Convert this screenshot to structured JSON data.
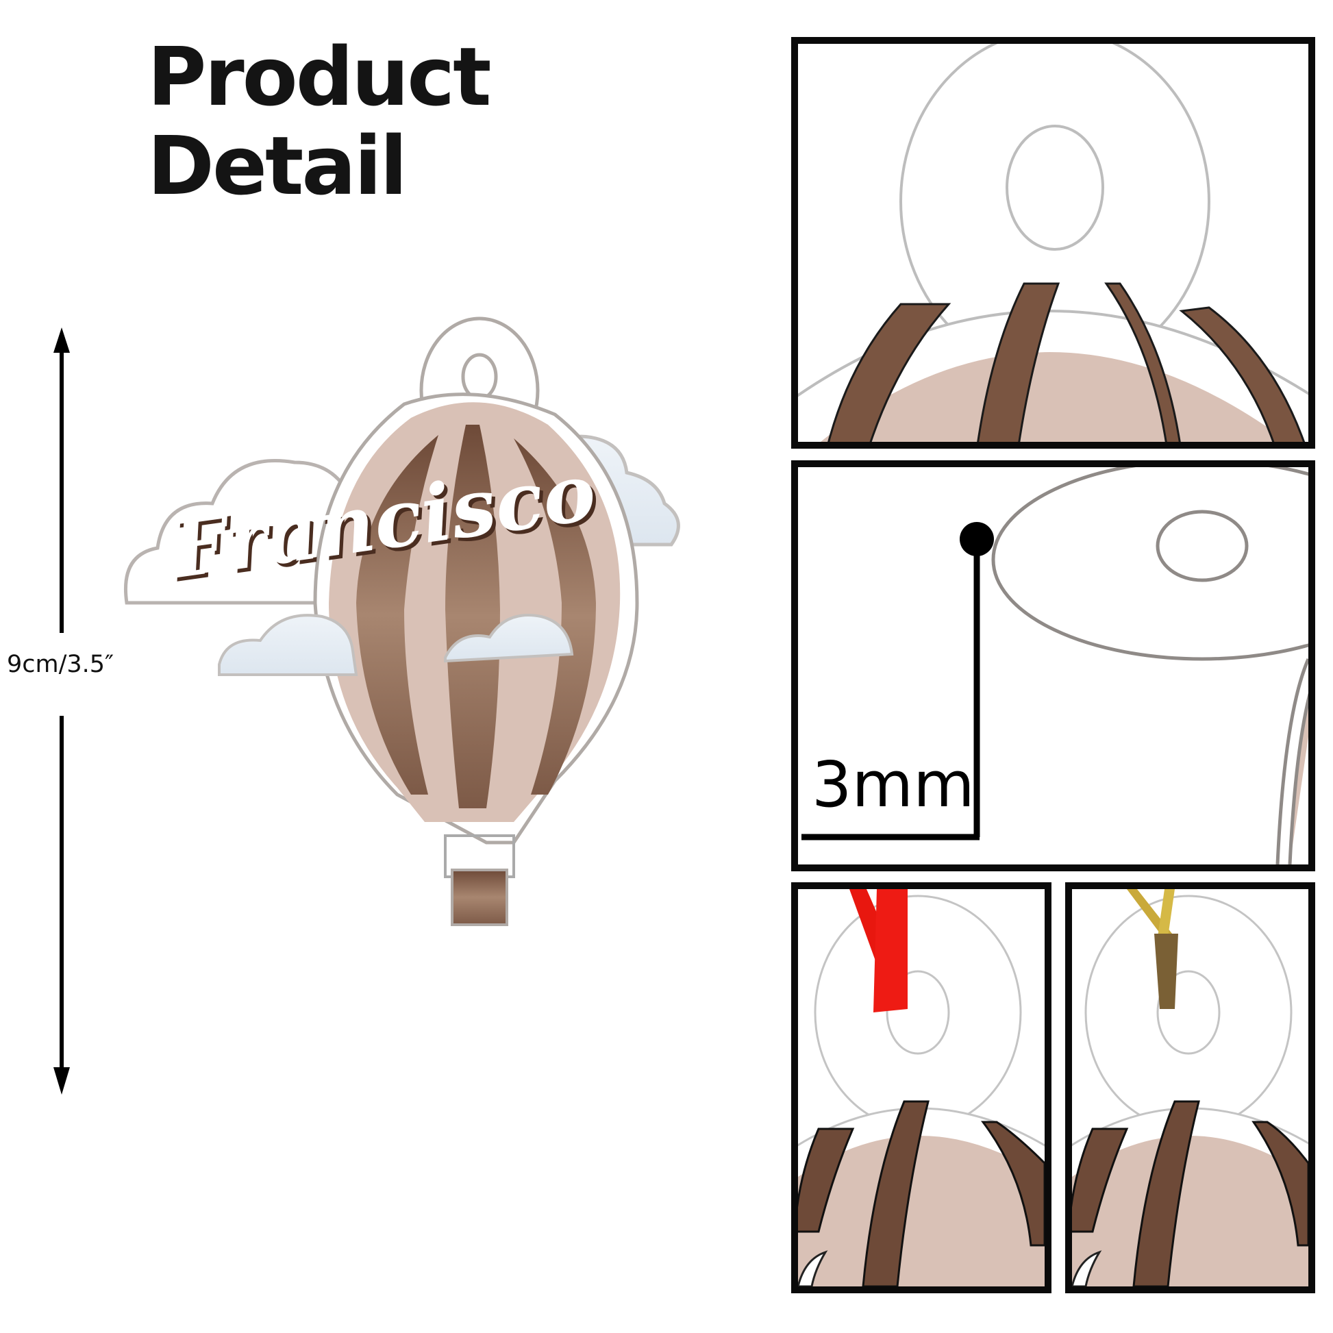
{
  "header": {
    "title": "Product Detail"
  },
  "dimension": {
    "label": "9cm/3.5″",
    "orientation": "vertical"
  },
  "ornament": {
    "name_text": "Francisco",
    "shape": "hot-air-balloon",
    "colors": {
      "panel": "#d9c1b6",
      "wood": "#8b6a57",
      "shadow": "#4a2d20",
      "cloud": "#e8eef4",
      "acrylic": "#a9a3a0"
    }
  },
  "details": [
    {
      "id": "hanger-closeup",
      "caption": ""
    },
    {
      "id": "thickness",
      "caption": "3mm"
    },
    {
      "id": "red-ribbon",
      "caption": "",
      "color": "#e8170f"
    },
    {
      "id": "gold-string",
      "caption": "",
      "color": "#c9a93a"
    }
  ],
  "colors": {
    "border": "#0a0a0a",
    "text": "#111111",
    "background": "#ffffff"
  }
}
